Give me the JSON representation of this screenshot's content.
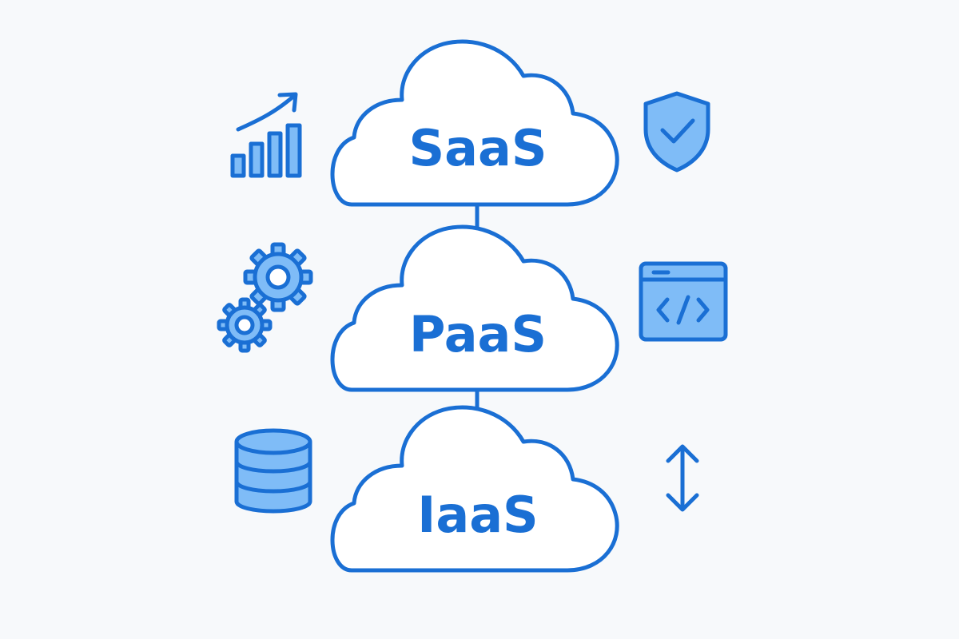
{
  "colors": {
    "stroke": "#1a6fd4",
    "fill_light": "#7fbcf7",
    "cloud_fill": "#ffffff",
    "background": "#f7f9fb"
  },
  "layers": [
    {
      "label": "SaaS",
      "left_icon": "growth-chart-icon",
      "right_icon": "shield-check-icon"
    },
    {
      "label": "PaaS",
      "left_icon": "gears-icon",
      "right_icon": "code-window-icon"
    },
    {
      "label": "IaaS",
      "left_icon": "database-icon",
      "right_icon": "vertical-arrows-icon"
    }
  ]
}
